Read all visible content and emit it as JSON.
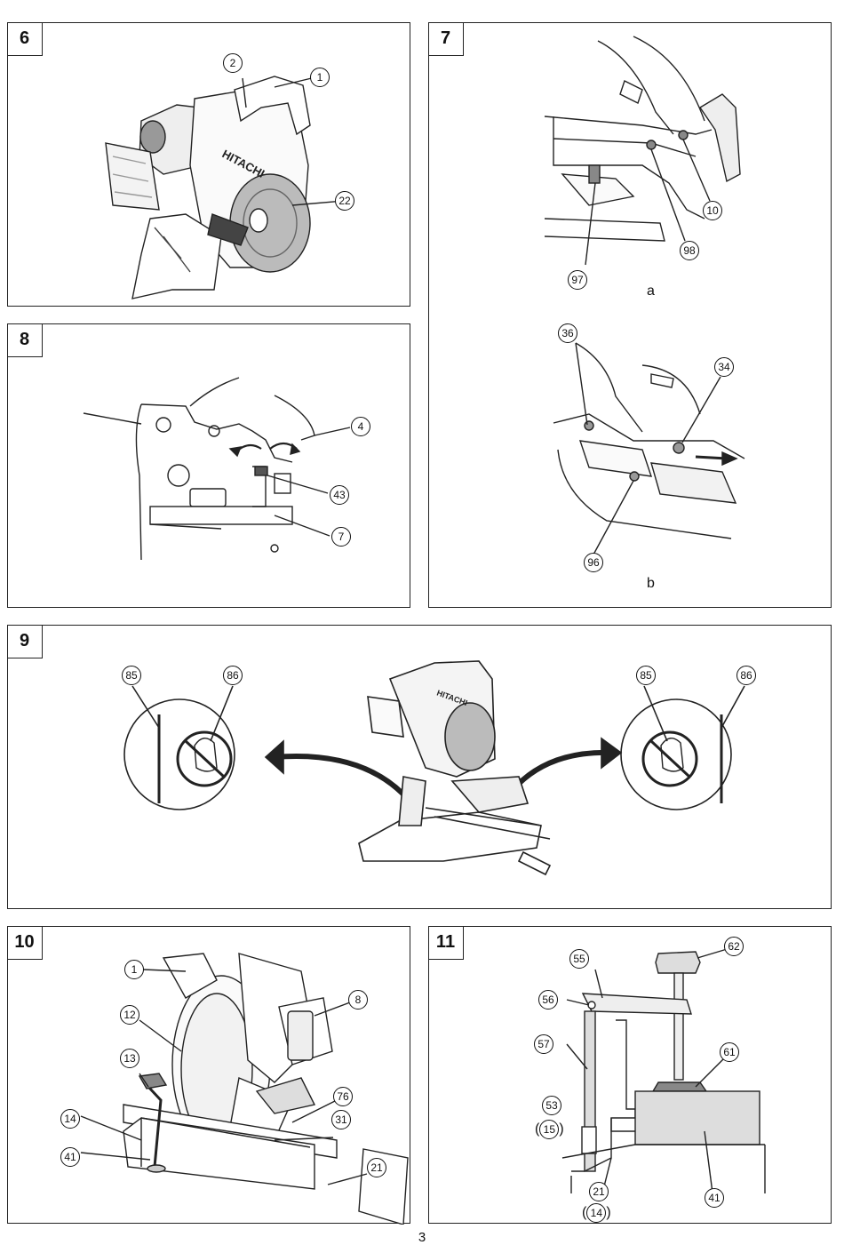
{
  "page_number": "3",
  "panels": {
    "p6": {
      "number": "6",
      "callouts": {
        "c1": "1",
        "c2": "2",
        "c22": "22"
      },
      "brand": "HITACHI"
    },
    "p7": {
      "number": "7",
      "callouts": {
        "c97": "97",
        "c98": "98",
        "c10": "10",
        "c36": "36",
        "c34": "34",
        "c96": "96"
      },
      "sub_a": "a",
      "sub_b": "b"
    },
    "p8": {
      "number": "8",
      "callouts": {
        "c4": "4",
        "c43": "43",
        "c7": "7"
      }
    },
    "p9": {
      "number": "9",
      "callouts": {
        "l85": "85",
        "l86": "86",
        "r85": "85",
        "r86": "86"
      },
      "brand": "HITACHI"
    },
    "p10": {
      "number": "10",
      "callouts": {
        "c1": "1",
        "c8": "8",
        "c12": "12",
        "c13": "13",
        "c14": "14",
        "c76": "76",
        "c31": "31",
        "c41": "41",
        "c21": "21"
      }
    },
    "p11": {
      "number": "11",
      "callouts": {
        "c55": "55",
        "c62": "62",
        "c56": "56",
        "c57": "57",
        "c61": "61",
        "c53": "53",
        "c15": "15",
        "c21": "21",
        "c14": "14",
        "c41": "41"
      }
    }
  }
}
